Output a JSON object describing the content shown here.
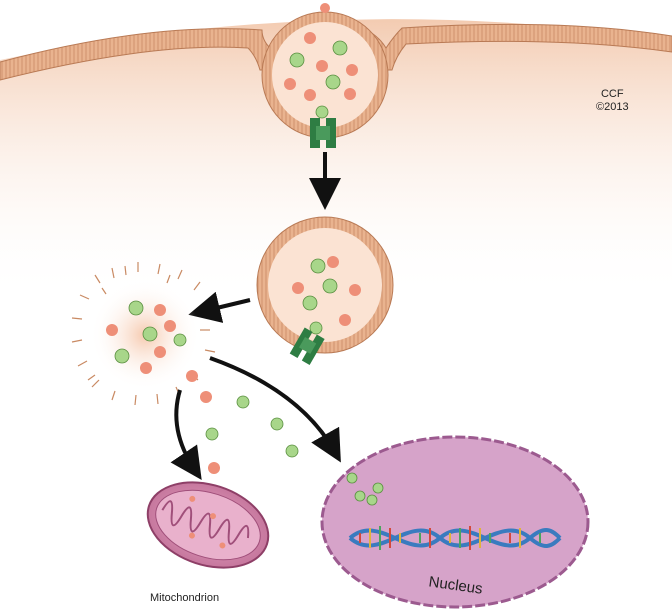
{
  "credit": {
    "line1": "CCF",
    "line2": "©2013"
  },
  "labels": {
    "mitochondrion": "Mitochondrion",
    "nucleus": "Nucleus"
  },
  "colors": {
    "membrane_outer": "#e7ae87",
    "membrane_line": "#b97a55",
    "cytoplasm": "#f6d8c4",
    "vesicle_interior": "#fbe3d3",
    "particle_green": "#a8d68a",
    "particle_salmon": "#ee8f78",
    "receptor": "#2e7d43",
    "nucleus_fill": "#d6a3c9",
    "nucleus_border": "#9c5a8f",
    "mitochondrion_fill": "#d98bb0",
    "arrow": "#111111"
  },
  "icons": [
    "receptor-icon",
    "dna-helix-icon",
    "arrow-icon"
  ]
}
